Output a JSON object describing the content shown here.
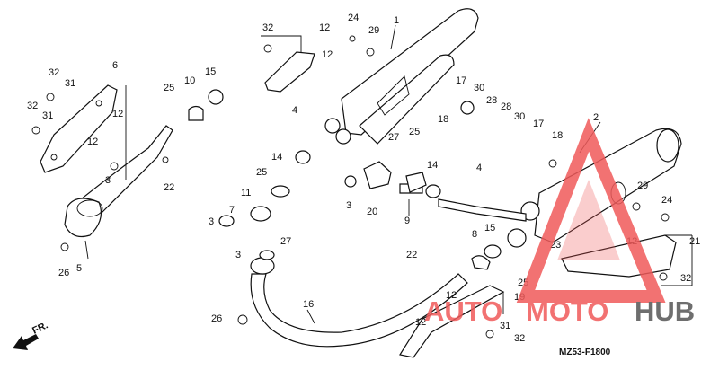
{
  "diagram": {
    "code": "MZ53-F1800",
    "callouts": [
      "1",
      "2",
      "3",
      "3",
      "3",
      "3",
      "4",
      "4",
      "5",
      "6",
      "7",
      "8",
      "9",
      "10",
      "11",
      "12",
      "12",
      "12",
      "12",
      "12",
      "12",
      "12",
      "13",
      "14",
      "14",
      "15",
      "15",
      "16",
      "17",
      "17",
      "18",
      "18",
      "19",
      "20",
      "21",
      "22",
      "22",
      "23",
      "24",
      "24",
      "25",
      "25",
      "25",
      "25",
      "26",
      "26",
      "27",
      "27",
      "28",
      "28",
      "29",
      "29",
      "30",
      "30",
      "31",
      "31",
      "31",
      "32",
      "32",
      "32",
      "32",
      "32"
    ]
  },
  "watermark": {
    "auto": "AUTO",
    "moto": "MOTO",
    "hub": "HUB",
    "colors": {
      "accent": "#f05a5a",
      "dark": "#555555"
    }
  },
  "icons": {
    "direction_arrow": "fr-arrow-icon",
    "direction_label": "FR."
  }
}
